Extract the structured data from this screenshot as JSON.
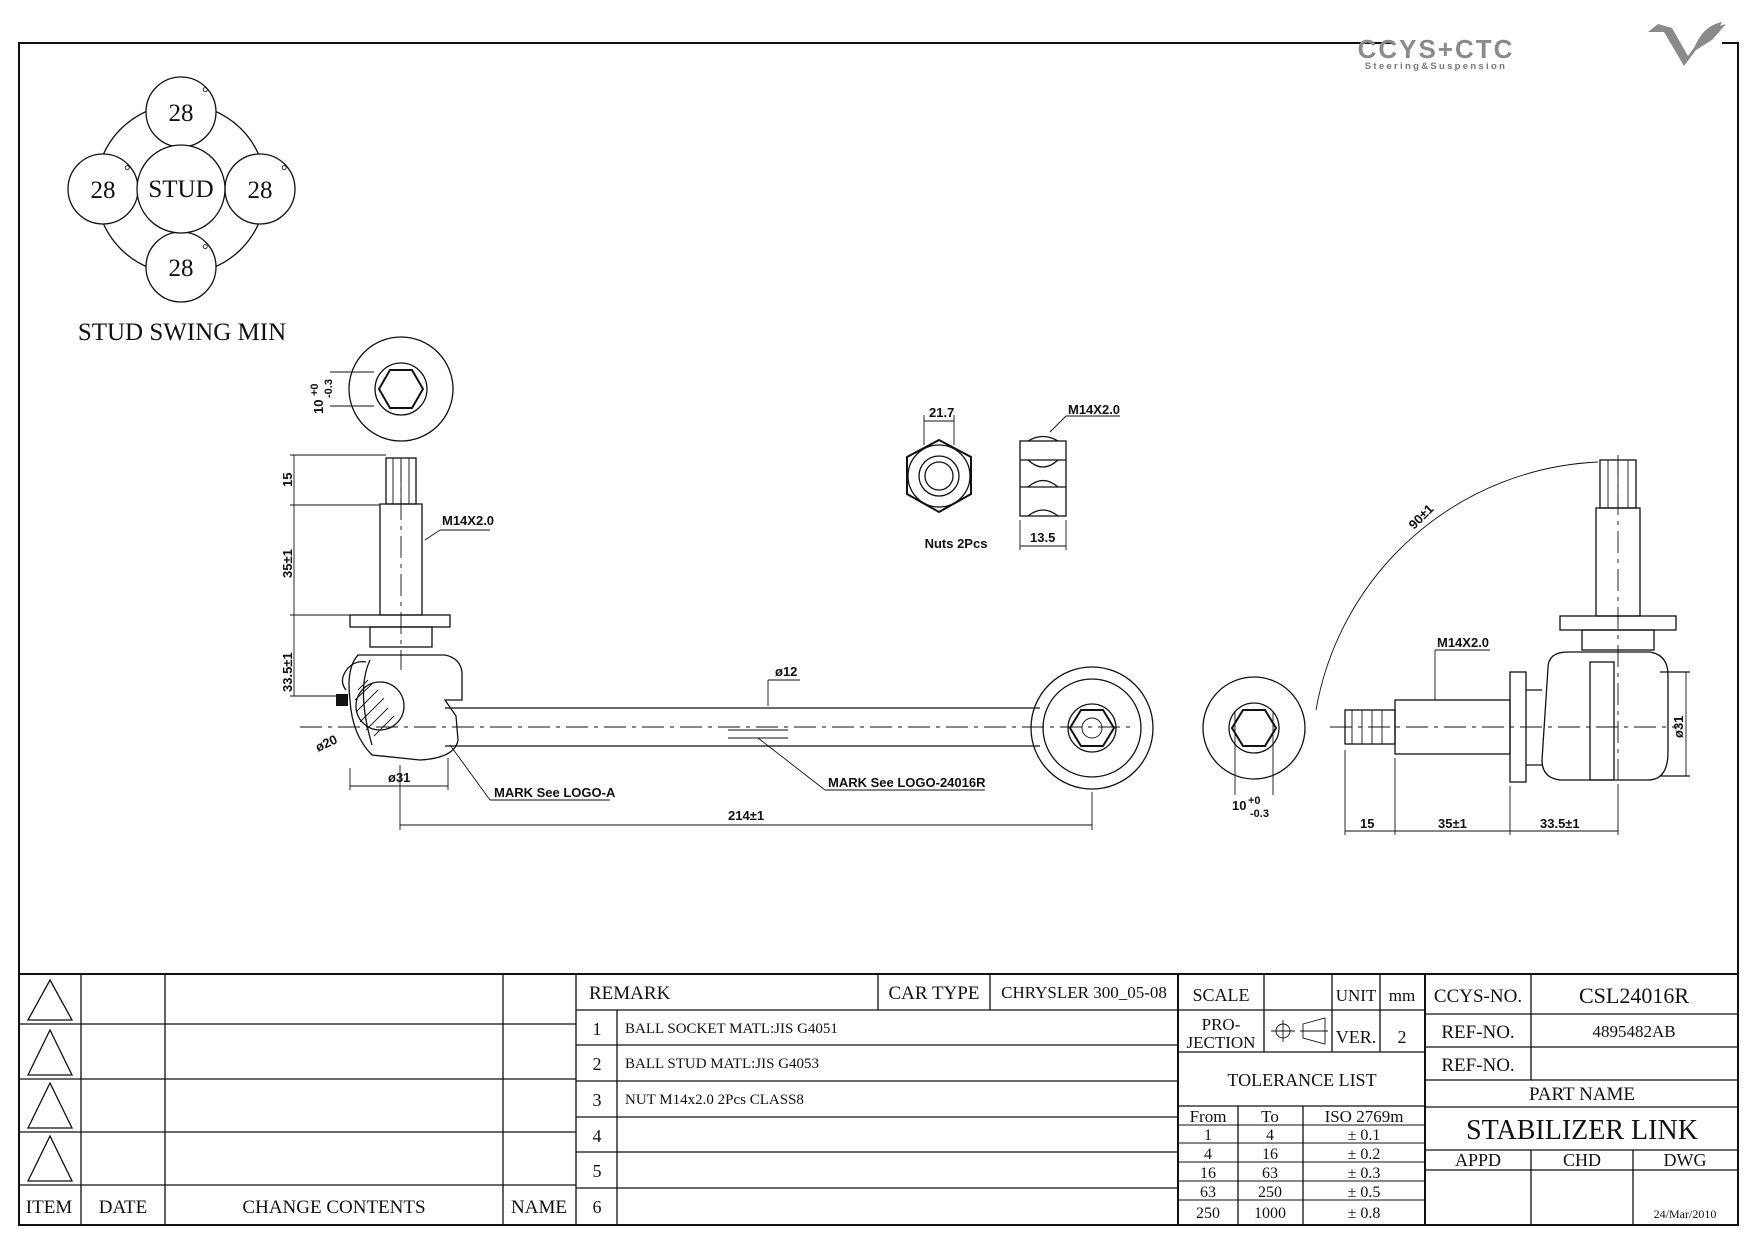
{
  "logo": {
    "brand": "CCYS+CTC",
    "tagline": "Steering&Suspension"
  },
  "stud_swing": {
    "top": "28",
    "left": "28",
    "right": "28",
    "bottom": "28",
    "center": "STUD",
    "degree_mark": "°",
    "caption": "STUD SWING MIN"
  },
  "dims": {
    "hex_top": "10",
    "hex_top_tol_plus": "+0",
    "hex_top_tol_minus": "-0.3",
    "thread_len": "15",
    "shank_len": "35±1",
    "body_len": "33.5±1",
    "thread_spec": "M14X2.0",
    "ball_dia": "ø20",
    "socket_dia": "ø31",
    "rod_dia": "ø12",
    "overall_len": "214±1",
    "mark_a": "MARK See LOGO-A",
    "mark_r": "MARK See LOGO-24016R",
    "nut_width": "21.7",
    "nut_thread": "M14X2.0",
    "nut_height": "13.5",
    "nuts_label": "Nuts 2Pcs",
    "hex_end": "10",
    "hex_end_tol_plus": "+0",
    "hex_end_tol_minus": "-0.3",
    "angle": "90±1",
    "side_thread": "M14X2.0",
    "side_socket_dia": "ø31",
    "side_thread_len": "15",
    "side_shank_len": "35±1",
    "side_body_len": "33.5±1"
  },
  "revision_block": {
    "headers": [
      "ITEM",
      "DATE",
      "CHANGE CONTENTS",
      "NAME"
    ]
  },
  "remarks": {
    "header": "REMARK",
    "car_type_label": "CAR TYPE",
    "car_type_value": "CHRYSLER 300_05-08",
    "items": [
      {
        "no": "1",
        "text": "BALL SOCKET MATL:JIS G4051"
      },
      {
        "no": "2",
        "text": "BALL STUD MATL:JIS G4053"
      },
      {
        "no": "3",
        "text": "NUT M14x2.0 2Pcs CLASS8"
      },
      {
        "no": "4",
        "text": ""
      },
      {
        "no": "5",
        "text": ""
      },
      {
        "no": "6",
        "text": ""
      }
    ]
  },
  "spec": {
    "scale_label": "SCALE",
    "unit_label": "UNIT",
    "unit_value": "mm",
    "projection_label_1": "PRO-",
    "projection_label_2": "JECTION",
    "ver_label": "VER.",
    "ver_value": "2",
    "tolerance_title": "TOLERANCE LIST",
    "tol_headers": [
      "From",
      "To",
      "ISO 2769m"
    ],
    "tolerances": [
      {
        "from": "1",
        "to": "4",
        "tol": "± 0.1"
      },
      {
        "from": "4",
        "to": "16",
        "tol": "± 0.2"
      },
      {
        "from": "16",
        "to": "63",
        "tol": "± 0.3"
      },
      {
        "from": "63",
        "to": "250",
        "tol": "± 0.5"
      },
      {
        "from": "250",
        "to": "1000",
        "tol": "± 0.8"
      }
    ]
  },
  "title_block": {
    "ccys_no_label": "CCYS-NO.",
    "ccys_no_value": "CSL24016R",
    "ref_no_label": "REF-NO.",
    "ref_no_value": "4895482AB",
    "ref_no2_label": "REF-NO.",
    "ref_no2_value": "",
    "part_name_label": "PART NAME",
    "part_name_value": "STABILIZER LINK",
    "appd": "APPD",
    "chd": "CHD",
    "dwg": "DWG",
    "date": "24/Mar/2010"
  }
}
